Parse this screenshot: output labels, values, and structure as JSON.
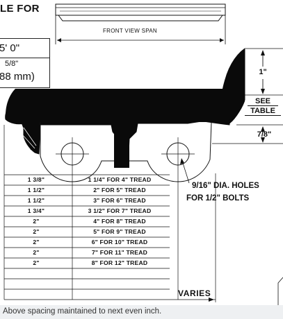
{
  "header": {
    "title": "LE FOR"
  },
  "spec_box": {
    "length": "5' 0\"",
    "fraction": "5/8\"",
    "metric": "88 mm)"
  },
  "front_view": {
    "label": "FRONT VIEW SPAN"
  },
  "dimensions": {
    "top": "1\"",
    "see_table_line1": "SEE",
    "see_table_line2": "TABLE",
    "bottom": "7/8\""
  },
  "hole_note": {
    "line1_prefix": "9/16\"",
    "line1_suffix": " DIA. HOLES",
    "line2": "FOR 1/2\" BOLTS"
  },
  "spacing_table": {
    "rows": [
      {
        "spacing": "1 3/8\"",
        "tread": "1 1/4\"  FOR  4\"  TREAD"
      },
      {
        "spacing": "1 1/2\"",
        "tread": "2\"  FOR  5\"  TREAD"
      },
      {
        "spacing": "1 1/2\"",
        "tread": "3\"  FOR  6\"  TREAD"
      },
      {
        "spacing": "1 3/4\"",
        "tread": "3 1/2\"  FOR  7\"  TREAD"
      },
      {
        "spacing": "2\"",
        "tread": "4\"  FOR  8\"  TREAD"
      },
      {
        "spacing": "2\"",
        "tread": "5\"  FOR  9\"  TREAD"
      },
      {
        "spacing": "2\"",
        "tread": "6\"  FOR 10\"  TREAD"
      },
      {
        "spacing": "2\"",
        "tread": "7\"  FOR 11\"  TREAD"
      },
      {
        "spacing": "2\"",
        "tread": "8\"  FOR 12\"  TREAD"
      }
    ],
    "varies_label": "VARIES"
  },
  "footer": {
    "note": "Above spacing maintained to next even inch."
  }
}
